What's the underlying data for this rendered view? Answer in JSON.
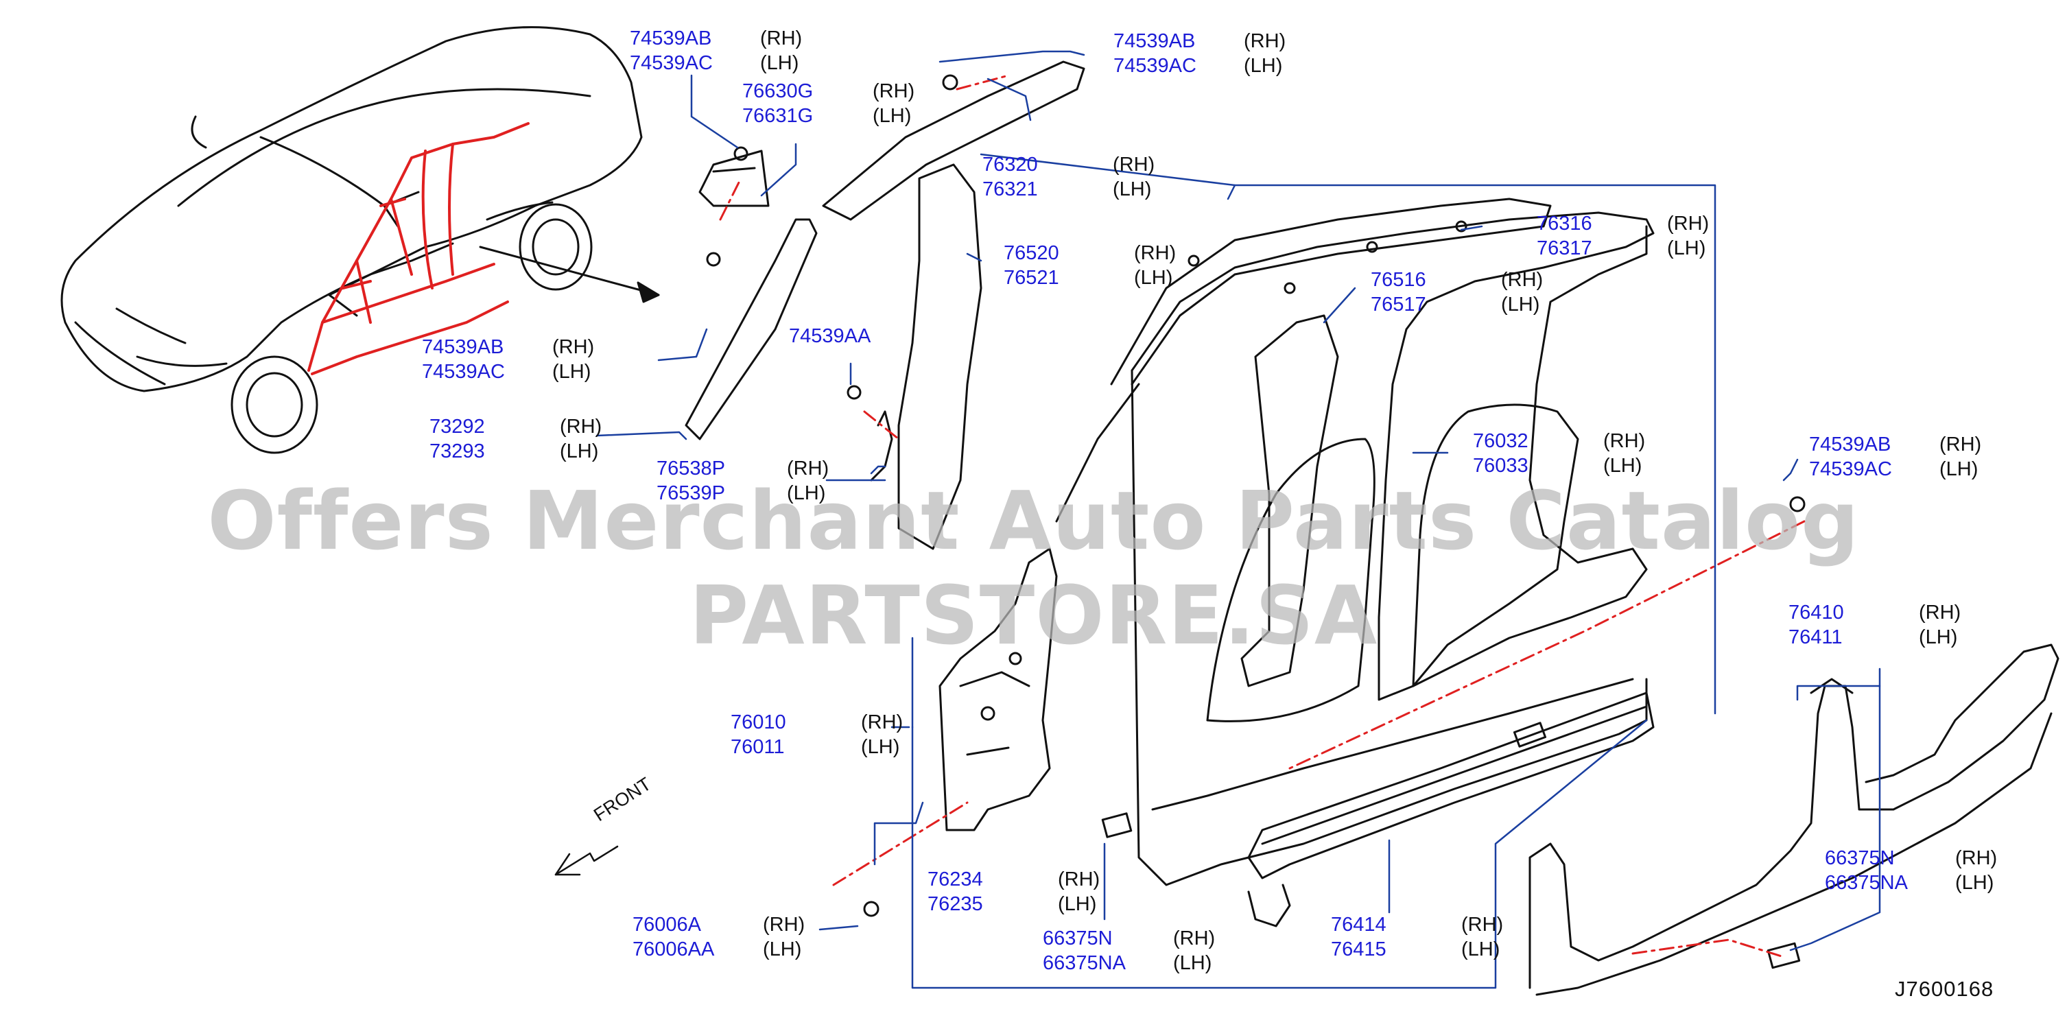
{
  "colors": {
    "callout": "#1c1cd6",
    "leader": "#1a3fa0",
    "highlight": "#e02020",
    "ink": "#111111",
    "watermark": "#b9b9b9"
  },
  "watermark": "Offers Merchant Auto Parts Catalog PARTSTORE.SA",
  "diagram_code": "J7600168",
  "front_label": "FRONT",
  "front_arrow_icon": "arrow-front-icon",
  "callouts": [
    {
      "id": "c1",
      "parts": [
        {
          "number": "74539AB",
          "side": "(RH)"
        },
        {
          "number": "74539AC",
          "side": "(LH)"
        }
      ]
    },
    {
      "id": "c2",
      "parts": [
        {
          "number": "76630G",
          "side": "(RH)"
        },
        {
          "number": "76631G",
          "side": "(LH)"
        }
      ]
    },
    {
      "id": "c3",
      "parts": [
        {
          "number": "74539AB",
          "side": "(RH)"
        },
        {
          "number": "74539AC",
          "side": "(LH)"
        }
      ]
    },
    {
      "id": "c4",
      "parts": [
        {
          "number": "76320",
          "side": "(RH)"
        },
        {
          "number": "76321",
          "side": "(LH)"
        }
      ]
    },
    {
      "id": "c5",
      "parts": [
        {
          "number": "76520",
          "side": "(RH)"
        },
        {
          "number": "76521",
          "side": "(LH)"
        }
      ]
    },
    {
      "id": "c6",
      "parts": [
        {
          "number": "74539AB",
          "side": "(RH)"
        },
        {
          "number": "74539AC",
          "side": "(LH)"
        }
      ]
    },
    {
      "id": "c7",
      "parts": [
        {
          "number": "74539AA",
          "side": ""
        }
      ]
    },
    {
      "id": "c8",
      "parts": [
        {
          "number": "73292",
          "side": "(RH)"
        },
        {
          "number": "73293",
          "side": "(LH)"
        }
      ]
    },
    {
      "id": "c9",
      "parts": [
        {
          "number": "76538P",
          "side": "(RH)"
        },
        {
          "number": "76539P",
          "side": "(LH)"
        }
      ]
    },
    {
      "id": "c10",
      "parts": [
        {
          "number": "76316",
          "side": "(RH)"
        },
        {
          "number": "76317",
          "side": "(LH)"
        }
      ]
    },
    {
      "id": "c11",
      "parts": [
        {
          "number": "76516",
          "side": "(RH)"
        },
        {
          "number": "76517",
          "side": "(LH)"
        }
      ]
    },
    {
      "id": "c12",
      "parts": [
        {
          "number": "76032",
          "side": "(RH)"
        },
        {
          "number": "76033",
          "side": "(LH)"
        }
      ]
    },
    {
      "id": "c13",
      "parts": [
        {
          "number": "74539AB",
          "side": "(RH)"
        },
        {
          "number": "74539AC",
          "side": "(LH)"
        }
      ]
    },
    {
      "id": "c14",
      "parts": [
        {
          "number": "76410",
          "side": "(RH)"
        },
        {
          "number": "76411",
          "side": "(LH)"
        }
      ]
    },
    {
      "id": "c15",
      "parts": [
        {
          "number": "76010",
          "side": "(RH)"
        },
        {
          "number": "76011",
          "side": "(LH)"
        }
      ]
    },
    {
      "id": "c16",
      "parts": [
        {
          "number": "76234",
          "side": "(RH)"
        },
        {
          "number": "76235",
          "side": "(LH)"
        }
      ]
    },
    {
      "id": "c17",
      "parts": [
        {
          "number": "66375N",
          "side": "(RH)"
        },
        {
          "number": "66375NA",
          "side": "(LH)"
        }
      ]
    },
    {
      "id": "c18",
      "parts": [
        {
          "number": "76414",
          "side": "(RH)"
        },
        {
          "number": "76415",
          "side": "(LH)"
        }
      ]
    },
    {
      "id": "c19",
      "parts": [
        {
          "number": "66375N",
          "side": "(RH)"
        },
        {
          "number": "66375NA",
          "side": "(LH)"
        }
      ]
    },
    {
      "id": "c20",
      "parts": [
        {
          "number": "76006A",
          "side": "(RH)"
        },
        {
          "number": "76006AA",
          "side": "(LH)"
        }
      ]
    }
  ]
}
